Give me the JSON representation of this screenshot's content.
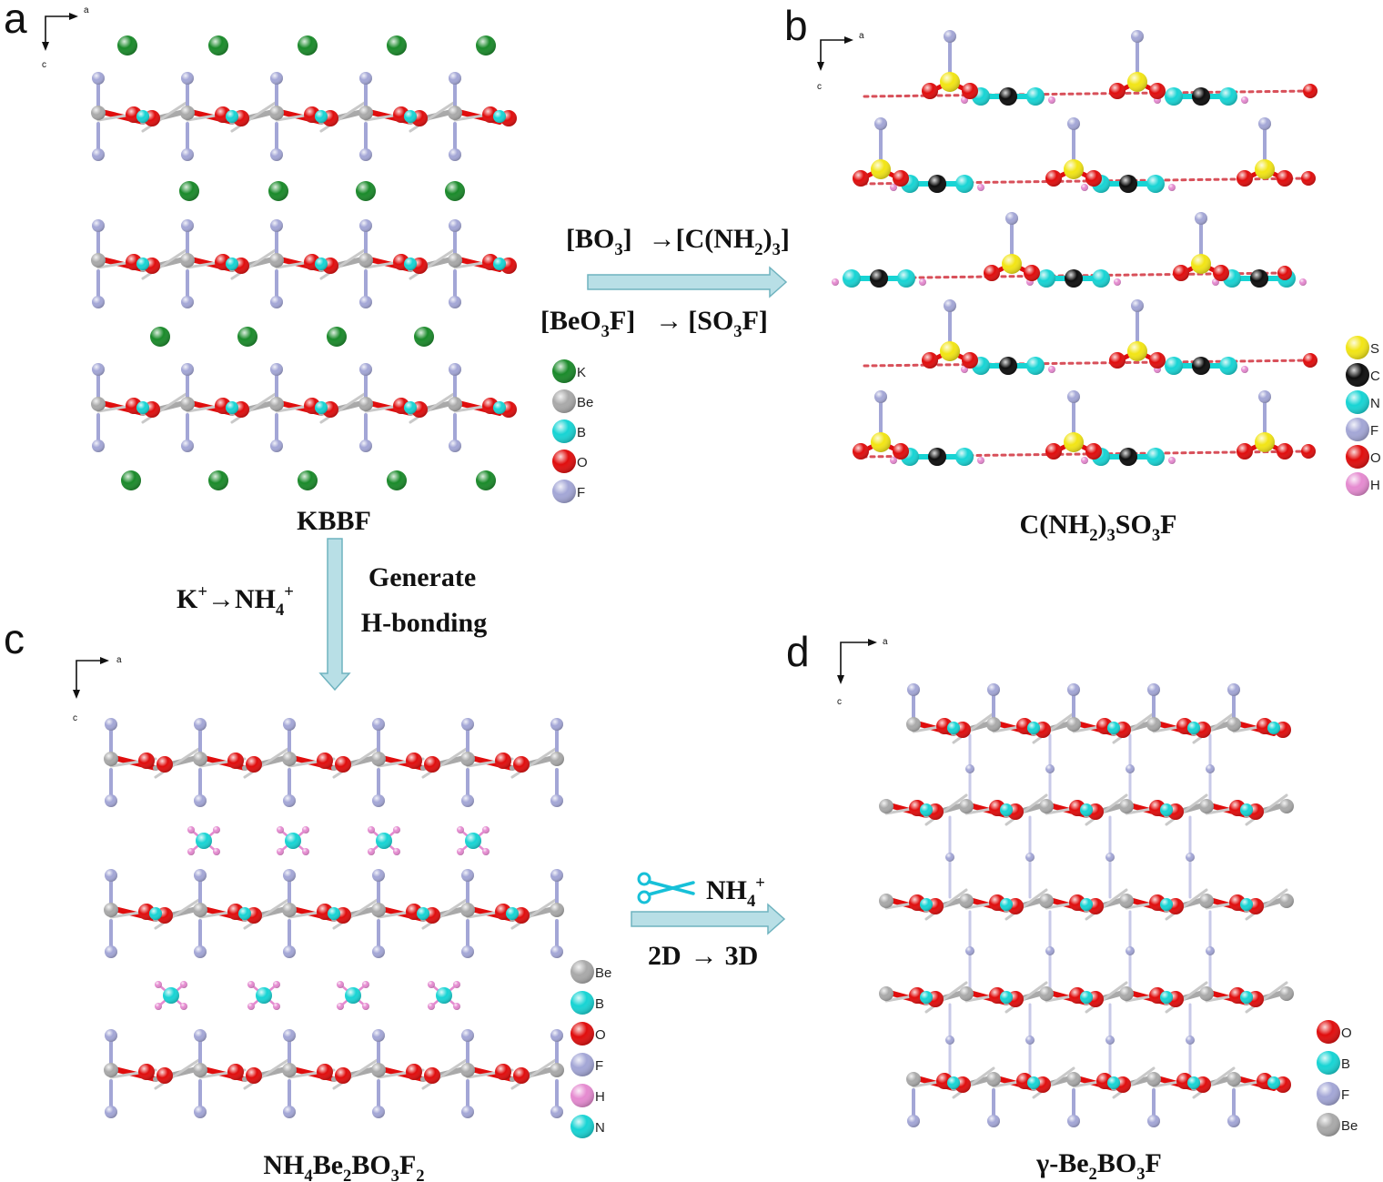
{
  "colors": {
    "K": "#1a8a2a",
    "Be": "#a9a9a9",
    "B": "#17d4d4",
    "O": "#e00d0d",
    "F": "#a3a6d6",
    "S": "#f2e515",
    "C": "#0d0d0d",
    "N": "#17d4d4",
    "H": "#e58ad0",
    "arrow": "#b8dfe6",
    "arrow_edge": "#6fb3bf"
  },
  "panels": {
    "a": {
      "label": "a",
      "caption": "KBBF",
      "axis_x": "a",
      "axis_y": "c",
      "legend": [
        "K",
        "Be",
        "B",
        "O",
        "F"
      ]
    },
    "b": {
      "label": "b",
      "caption": {
        "p1": "C(NH",
        "s1": "2",
        "p2": ")",
        "s2": "3",
        "p3": "SO",
        "s3": "3",
        "p4": "F"
      },
      "axis_x": "a",
      "axis_y": "c",
      "legend": [
        "S",
        "C",
        "N",
        "F",
        "O",
        "H"
      ]
    },
    "c": {
      "label": "c",
      "caption": {
        "p1": "NH",
        "s1": "4",
        "p2": "Be",
        "s2": "2",
        "p3": "BO",
        "s3": "3",
        "p4": "F",
        "s4": "2"
      },
      "axis_x": "a",
      "axis_y": "c",
      "legend": [
        "Be",
        "B",
        "O",
        "F",
        "H",
        "N"
      ]
    },
    "d": {
      "label": "d",
      "caption": {
        "p1": "γ-Be",
        "s1": "2",
        "p2": "BO",
        "s2": "3",
        "p3": "F"
      },
      "axis_x": "a",
      "axis_y": "c",
      "legend": [
        "O",
        "B",
        "F",
        "Be"
      ]
    }
  },
  "reactions": {
    "ab_top": {
      "l1": "[BO",
      "s1": "3",
      "l2": "]",
      "arrow": "→",
      "r1": "[C(NH",
      "s2": "2",
      "r2": ")",
      "s3": "3",
      "r3": "]"
    },
    "ab_bottom": {
      "l1": "[BeO",
      "s1": "3",
      "l2": "F]",
      "arrow": "→",
      "r1": "[SO",
      "s2": "3",
      "r2": "F]"
    },
    "ac_left": {
      "l1": "K",
      "sup1": "+",
      "arrow": "→",
      "r1": "NH",
      "s1": "4",
      "sup2": "+"
    },
    "ac_right_1": "Generate",
    "ac_right_2": "H-bonding",
    "cd_top": {
      "r1": "NH",
      "s1": "4",
      "sup1": "+"
    },
    "cd_bottom": {
      "l1": "2D",
      "arrow": "→",
      "r1": "3D"
    }
  }
}
